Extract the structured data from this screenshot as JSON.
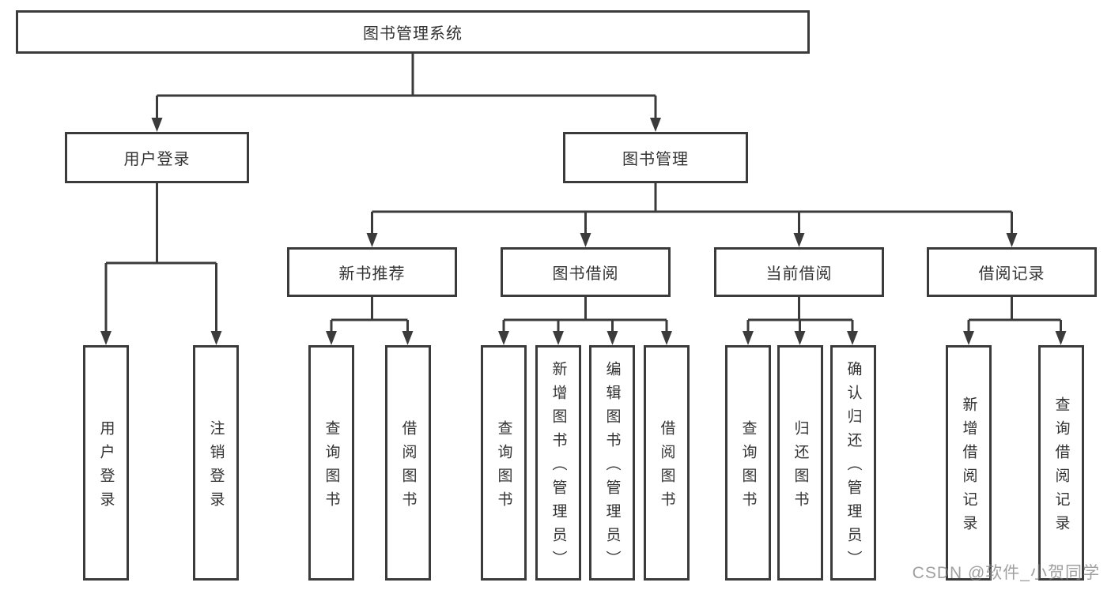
{
  "nodes": {
    "root": "图书管理系统",
    "level2": [
      "用户登录",
      "图书管理"
    ],
    "level3": [
      "新书推荐",
      "图书借阅",
      "当前借阅",
      "借阅记录"
    ],
    "leaves": [
      "用户登录",
      "注销登录",
      "查询图书",
      "借阅图书",
      "查询图书",
      "新增图书（管理员）",
      "编辑图书（管理员）",
      "借阅图书",
      "查询图书",
      "归还图书",
      "确认归还（管理员）",
      "新增借阅记录",
      "查询借阅记录"
    ]
  },
  "watermark": "CSDN @软件_小贺同学",
  "colors": {
    "line": "#3b3b3b",
    "text": "#333333",
    "watermark": "#9a9a9a",
    "background": "#ffffff"
  }
}
